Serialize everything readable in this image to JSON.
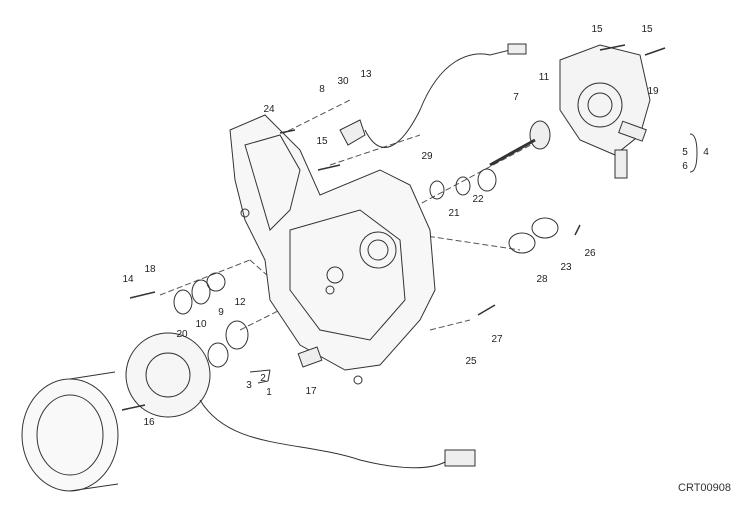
{
  "diagram": {
    "code": "CRT00908",
    "labels": [
      {
        "id": "15a",
        "text": "15"
      },
      {
        "id": "15b",
        "text": "15"
      },
      {
        "id": "13",
        "text": "13"
      },
      {
        "id": "30",
        "text": "30"
      },
      {
        "id": "8",
        "text": "8"
      },
      {
        "id": "24",
        "text": "24"
      },
      {
        "id": "11",
        "text": "11"
      },
      {
        "id": "7",
        "text": "7"
      },
      {
        "id": "19",
        "text": "19"
      },
      {
        "id": "5",
        "text": "5"
      },
      {
        "id": "4",
        "text": "4"
      },
      {
        "id": "6",
        "text": "6"
      },
      {
        "id": "15c",
        "text": "15"
      },
      {
        "id": "29",
        "text": "29"
      },
      {
        "id": "22",
        "text": "22"
      },
      {
        "id": "21",
        "text": "21"
      },
      {
        "id": "26",
        "text": "26"
      },
      {
        "id": "23",
        "text": "23"
      },
      {
        "id": "28",
        "text": "28"
      },
      {
        "id": "14",
        "text": "14"
      },
      {
        "id": "18",
        "text": "18"
      },
      {
        "id": "12",
        "text": "12"
      },
      {
        "id": "9",
        "text": "9"
      },
      {
        "id": "10",
        "text": "10"
      },
      {
        "id": "20",
        "text": "20"
      },
      {
        "id": "27",
        "text": "27"
      },
      {
        "id": "25",
        "text": "25"
      },
      {
        "id": "3",
        "text": "3"
      },
      {
        "id": "2",
        "text": "2"
      },
      {
        "id": "1",
        "text": "1"
      },
      {
        "id": "17",
        "text": "17"
      },
      {
        "id": "16",
        "text": "16"
      }
    ]
  }
}
